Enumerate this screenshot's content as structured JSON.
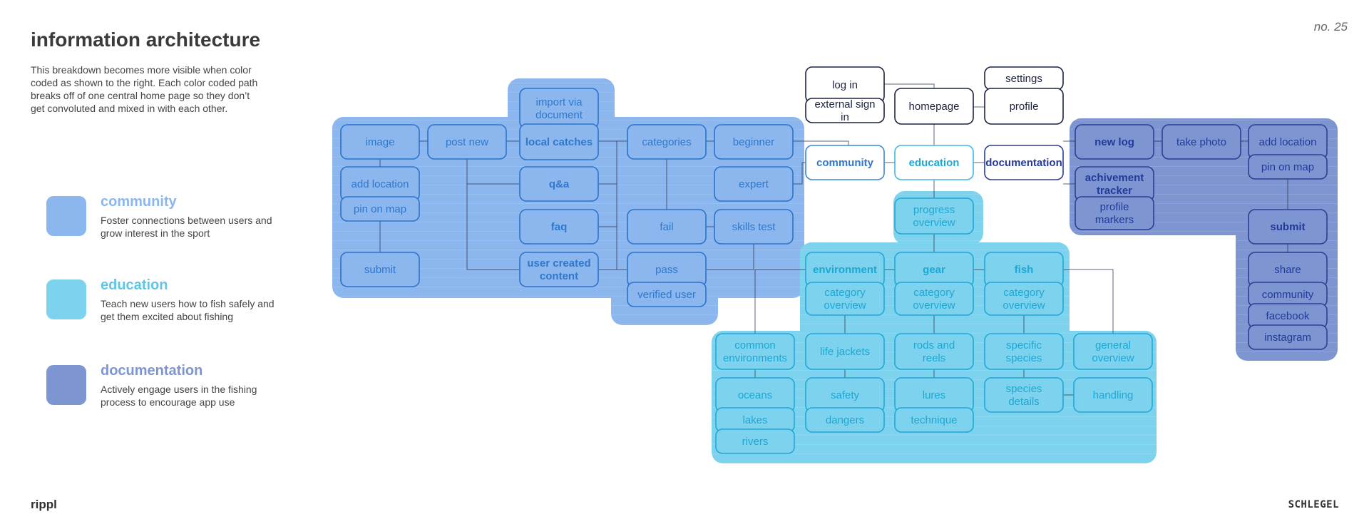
{
  "page": {
    "title": "information architecture",
    "page_number": "no. 25",
    "intro": "This breakdown becomes more visible when color coded as shown to the right. Each color coded path breaks off of one central home page so they don’t get convoluted and mixed in with each other.",
    "brand_left": "rippl",
    "brand_right": "SCHLEGEL"
  },
  "colors": {
    "community": "#8bb6ee",
    "education": "#7dd3ee",
    "documentation": "#7d95d0",
    "community_text": "#2f78cc",
    "education_text": "#1ea7d4",
    "documentation_text": "#233a9a"
  },
  "legend": [
    {
      "title": "community",
      "description": "Foster connections between users and grow interest in the sport"
    },
    {
      "title": "education",
      "description": "Teach new users how to fish safely and get them excited about fishing"
    },
    {
      "title": "documentation",
      "description": "Actively engage users in the fishing process to encourage app use"
    }
  ],
  "diagram": {
    "core": {
      "homepage": "homepage",
      "log_in": "log in",
      "external_sign_in": "external sign in",
      "settings": "settings",
      "profile": "profile",
      "community": "community",
      "education": "education",
      "documentation": "documentation"
    },
    "community": {
      "image": "image",
      "add_location": "add location",
      "pin_on_map": "pin on map",
      "submit": "submit",
      "post_new": "post new",
      "import_via_document": "import via document",
      "local_catches": "local catches",
      "qa": "q&a",
      "faq": "faq",
      "user_created_content": "user created content",
      "categories": "categories",
      "beginner": "beginner",
      "expert": "expert",
      "fail": "fail",
      "skills_test": "skills test",
      "pass": "pass",
      "verified_user": "verified user"
    },
    "education": {
      "progress_overview": "progress overview",
      "environment": "environment",
      "gear": "gear",
      "fish": "fish",
      "category_overview": "category overview",
      "common_environments": "common environments",
      "oceans": "oceans",
      "lakes": "lakes",
      "rivers": "rivers",
      "life_jackets": "life jackets",
      "safety": "safety",
      "dangers": "dangers",
      "rods_and_reels": "rods and reels",
      "lures": "lures",
      "technique": "technique",
      "specific_species": "specific species",
      "species_details": "species details",
      "general_overview": "general overview",
      "handling": "handling"
    },
    "documentation": {
      "new_log": "new log",
      "take_photo": "take photo",
      "add_location": "add location",
      "pin_on_map": "pin on map",
      "achievement_tracker": "achivement tracker",
      "profile_markers": "profile markers",
      "submit": "submit",
      "share": "share",
      "community": "community",
      "facebook": "facebook",
      "instagram": "instagram"
    }
  }
}
